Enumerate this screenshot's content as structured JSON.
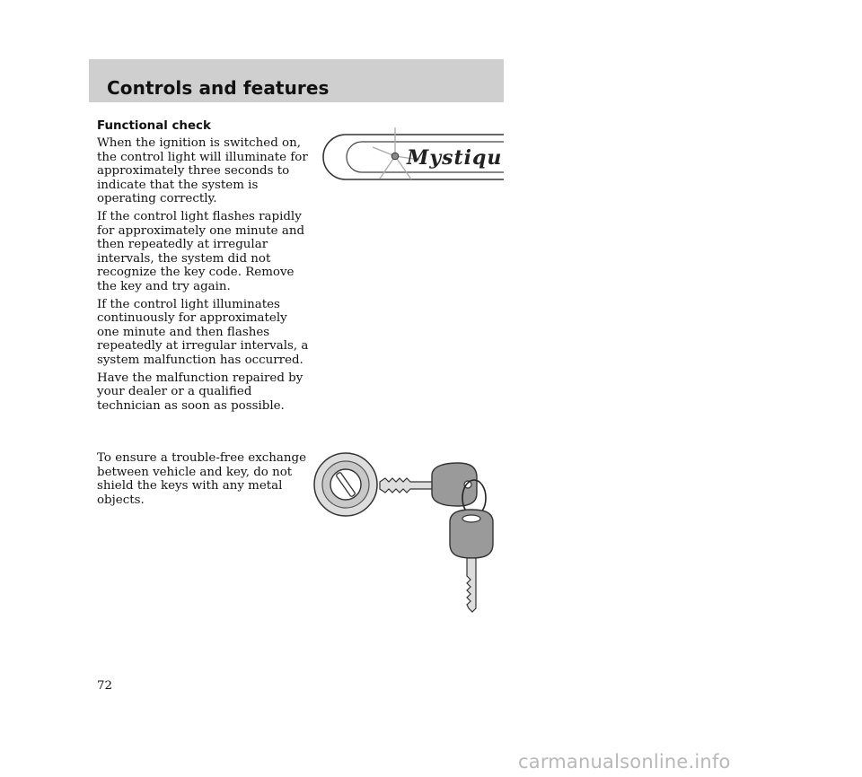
{
  "header": {
    "title": "Controls and features"
  },
  "section": {
    "heading": "Functional check",
    "paragraphs": [
      [
        "When the ignition is switched on,",
        "the control light will illuminate for",
        "approximately three seconds to",
        "indicate that the system is",
        "operating correctly."
      ],
      [
        "If the control light flashes rapidly",
        "for approximately one minute and",
        "then repeatedly at irregular",
        "intervals, the system did not",
        "recognize the key code. Remove",
        "the key and try again."
      ],
      [
        "If the control light illuminates",
        "continuously for approximately",
        "one minute and then flashes",
        "repeatedly at irregular intervals, a",
        "system malfunction has occurred."
      ],
      [
        "Have the malfunction repaired by",
        "your dealer or a qualified",
        "technician as soon as possible."
      ]
    ]
  },
  "note": {
    "lines": [
      "To ensure a trouble-free exchange",
      "between vehicle and key, do not",
      "shield the keys with any metal",
      "objects."
    ]
  },
  "logo_text": "Mystiqu",
  "page_number": "72",
  "watermark": "carmanualsonline.info"
}
